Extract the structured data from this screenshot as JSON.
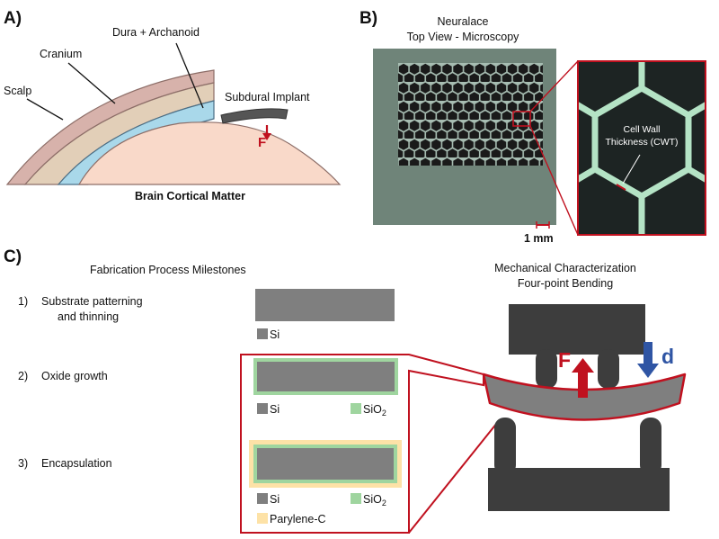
{
  "panel_a": {
    "label": "A)",
    "scalp": "Scalp",
    "cranium": "Cranium",
    "dura": "Dura + Archanoid",
    "implant": "Subdural Implant",
    "force": "F",
    "brain": "Brain Cortical Matter"
  },
  "panel_b": {
    "label": "B)",
    "title_line1": "Neuralace",
    "title_line2": "Top View - Microscopy",
    "scale": "1 mm",
    "cwt_line1": "Cell Wall",
    "cwt_line2": "Thickness (CWT)"
  },
  "panel_c": {
    "label": "C)",
    "fab_title": "Fabrication Process Milestones",
    "steps": [
      {
        "num": "1)",
        "line1": "Substrate patterning",
        "line2": "and thinning"
      },
      {
        "num": "2)",
        "line1": "Oxide growth",
        "line2": ""
      },
      {
        "num": "3)",
        "line1": "Encapsulation",
        "line2": ""
      }
    ],
    "legend": {
      "si": "Si",
      "sio2_base": "SiO",
      "sio2_sub": "2",
      "parylene": "Parylene-C"
    },
    "mech_title_line1": "Mechanical Characterization",
    "mech_title_line2": "Four-point Bending",
    "force": "F",
    "disp": "d"
  },
  "colors": {
    "scalp": "#d7b2ab",
    "cranium": "#e2cfb8",
    "dura": "#a9d8ea",
    "brain": "#f9d9c9",
    "implant": "#555555",
    "force_red": "#c0111f",
    "disp_blue": "#2f55a4",
    "si": "#7f7f7f",
    "sio2": "#9fd59f",
    "parylene": "#fde2a7",
    "frame_red": "#c0111f",
    "fixture": "#3d3d3d",
    "wafer": "#6f8479",
    "mesh_green": "#b4e3c5"
  }
}
